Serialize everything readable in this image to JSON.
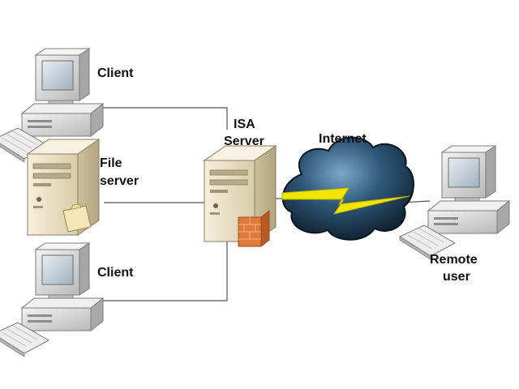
{
  "labels": {
    "client_top": "Client",
    "file_server": [
      "File",
      "server"
    ],
    "client_bottom": "Client",
    "isa_server": [
      "ISA",
      "Server"
    ],
    "internet": "Internet",
    "remote_user": [
      "Remote",
      "user"
    ]
  },
  "colors": {
    "cable": "#555555",
    "cloud_dark": "#0f2233",
    "cloud_mid": "#2f5878",
    "cloud_light": "#6f9cc0",
    "lightning": "#f2e600",
    "computer_body": "#dcdcdc",
    "screen": "#c8d3dc",
    "server_body": "#ece2c6",
    "firewall": "#e07a3a"
  },
  "icons": [
    "computer-icon",
    "server-icon",
    "firewall-icon",
    "cloud-icon",
    "lightning-icon"
  ]
}
